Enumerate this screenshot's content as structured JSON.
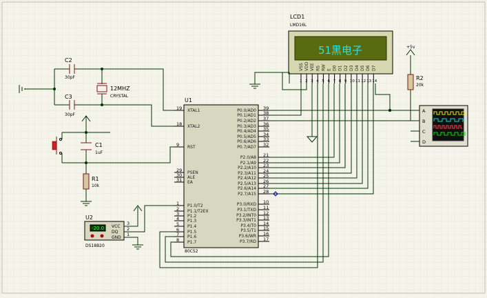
{
  "lcd": {
    "ref": "LCD1",
    "part": "LMD16L",
    "text": "51黑电子",
    "pins": [
      "VSS",
      "VDD",
      "VEE",
      "RS",
      "RW",
      "E",
      "D0",
      "D1",
      "D2",
      "D3",
      "D4",
      "D5",
      "D6",
      "D7"
    ],
    "pin_nums": [
      "1",
      "2",
      "3",
      "4",
      "5",
      "6",
      "7",
      "8",
      "9",
      "10",
      "11",
      "12",
      "13",
      "14"
    ]
  },
  "mcu": {
    "ref": "U1",
    "part": "80C52",
    "left_pins": [
      {
        "num": "19",
        "name": "XTAL1"
      },
      {
        "num": "18",
        "name": "XTAL2"
      },
      {
        "num": "9",
        "name": "RST"
      },
      {
        "num": "29",
        "name": "PSEN"
      },
      {
        "num": "30",
        "name": "ALE"
      },
      {
        "num": "31",
        "name": "EA"
      },
      {
        "num": "1",
        "name": "P1.0/T2"
      },
      {
        "num": "2",
        "name": "P1.1/T2EX"
      },
      {
        "num": "3",
        "name": "P1.2"
      },
      {
        "num": "4",
        "name": "P1.3"
      },
      {
        "num": "5",
        "name": "P1.4"
      },
      {
        "num": "6",
        "name": "P1.5"
      },
      {
        "num": "7",
        "name": "P1.6"
      },
      {
        "num": "8",
        "name": "P1.7"
      }
    ],
    "right_p0": [
      {
        "num": "39",
        "name": "P0.0/AD0"
      },
      {
        "num": "38",
        "name": "P0.1/AD1"
      },
      {
        "num": "37",
        "name": "P0.2/AD2"
      },
      {
        "num": "36",
        "name": "P0.3/AD3"
      },
      {
        "num": "35",
        "name": "P0.4/AD4"
      },
      {
        "num": "34",
        "name": "P0.5/AD5"
      },
      {
        "num": "33",
        "name": "P0.6/AD6"
      },
      {
        "num": "32",
        "name": "P0.7/AD7"
      }
    ],
    "right_p2": [
      {
        "num": "21",
        "name": "P2.0/A8"
      },
      {
        "num": "22",
        "name": "P2.1/A9"
      },
      {
        "num": "23",
        "name": "P2.2/A10"
      },
      {
        "num": "24",
        "name": "P2.3/A11"
      },
      {
        "num": "25",
        "name": "P2.4/A12"
      },
      {
        "num": "26",
        "name": "P2.5/A13"
      },
      {
        "num": "27",
        "name": "P2.6/A14"
      },
      {
        "num": "28",
        "name": "P2.7/A15"
      }
    ],
    "right_p3": [
      {
        "num": "10",
        "name": "P3.0/RXD"
      },
      {
        "num": "11",
        "name": "P3.1/TXD"
      },
      {
        "num": "12",
        "name": "P3.2/INT0"
      },
      {
        "num": "13",
        "name": "P3.3/INT1"
      },
      {
        "num": "14",
        "name": "P3.4/T0"
      },
      {
        "num": "15",
        "name": "P3.5/T1"
      },
      {
        "num": "16",
        "name": "P3.6/WR"
      },
      {
        "num": "17",
        "name": "P3.7/RD"
      }
    ]
  },
  "crystal": {
    "label": "12MHZ",
    "type": "CRYSTAL"
  },
  "c2": {
    "ref": "C2",
    "value": "30pF"
  },
  "c3": {
    "ref": "C3",
    "value": "30pF"
  },
  "c1": {
    "ref": "C1",
    "value": "1uF"
  },
  "r1": {
    "ref": "R1",
    "value": "10k"
  },
  "r2": {
    "ref": "R2",
    "value": "20k"
  },
  "vcc_label": "+5v",
  "u2": {
    "ref": "U2",
    "part": "DS18B20",
    "display": "-20.0",
    "pins": [
      "VCC",
      "DQ",
      "GND"
    ],
    "pin_nums": [
      "3",
      "2",
      "1"
    ]
  },
  "scope": {
    "channels": [
      "A",
      "B",
      "C",
      "D"
    ],
    "trace_colors": [
      "#e8e800",
      "#00e0e0",
      "#ff4040",
      "#00e000"
    ]
  }
}
